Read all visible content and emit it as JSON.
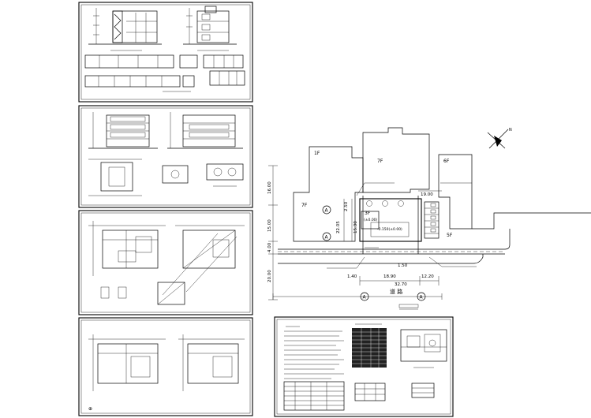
{
  "site_plan": {
    "floor_labels": [
      "1F",
      "7F",
      "6F",
      "7F",
      "3F",
      "5F"
    ],
    "dims_vertical_left": [
      "16.00",
      "15.00",
      "4.00",
      "20.00"
    ],
    "dims_vertical_inner": [
      "2.50",
      "22.05",
      "15.30"
    ],
    "dims_horizontal": [
      "19.00",
      "1.50",
      "12.20",
      "1.40",
      "18.90",
      "32.70"
    ],
    "grid_markers": [
      "A",
      "A",
      "A",
      "A"
    ],
    "elevation_marks": [
      "(±0.00)",
      "-0.150(±0.00)"
    ],
    "road_label": "道 路"
  }
}
